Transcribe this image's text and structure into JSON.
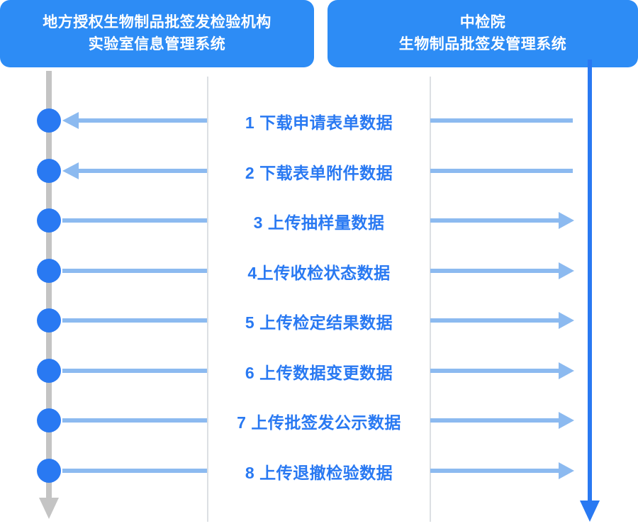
{
  "headers": {
    "left": {
      "line1": "地方授权生物制品批签发检验机构",
      "line2": "实验室信息管理系统"
    },
    "right": {
      "line1": "中检院",
      "line2": "生物制品批签发管理系统"
    }
  },
  "colors": {
    "header_blue": "#2d8cf5",
    "node_blue": "#2979f2",
    "connector_blue": "#8cbaf0",
    "rail_gray": "#c4c4c4",
    "separator_gray": "#dcdfe3",
    "label_blue": "#2979f2"
  },
  "rows": [
    {
      "label": "1 下载申请表单数据",
      "direction": "download"
    },
    {
      "label": "2 下载表单附件数据",
      "direction": "download"
    },
    {
      "label": "3 上传抽样量数据",
      "direction": "upload"
    },
    {
      "label": "4上传收检状态数据",
      "direction": "upload"
    },
    {
      "label": "5 上传检定结果数据",
      "direction": "upload"
    },
    {
      "label": "6 上传数据变更数据",
      "direction": "upload"
    },
    {
      "label": "7 上传批签发公示数据",
      "direction": "upload"
    },
    {
      "label": "8 上传退撤检验数据",
      "direction": "upload"
    }
  ]
}
